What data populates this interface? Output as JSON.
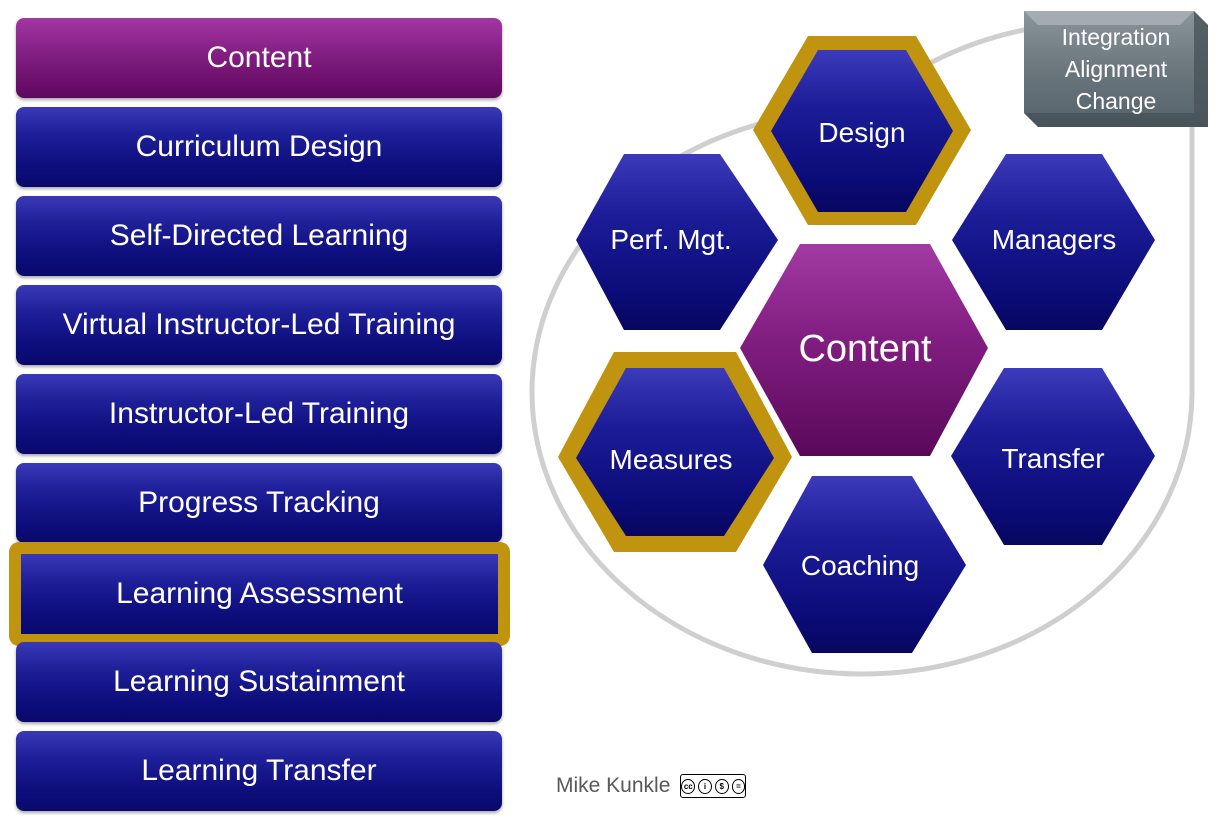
{
  "list": {
    "items": [
      {
        "label": "Content",
        "style": "purple"
      },
      {
        "label": "Curriculum Design",
        "style": "blue"
      },
      {
        "label": "Self-Directed Learning",
        "style": "blue"
      },
      {
        "label": "Virtual Instructor-Led Training",
        "style": "blue"
      },
      {
        "label": "Instructor-Led Training",
        "style": "blue"
      },
      {
        "label": "Progress Tracking",
        "style": "blue"
      },
      {
        "label": "Learning Assessment",
        "style": "blue-highlighted"
      },
      {
        "label": "Learning Sustainment",
        "style": "blue"
      },
      {
        "label": "Learning Transfer",
        "style": "blue"
      }
    ]
  },
  "hexagons": {
    "center": "Content",
    "design": "Design",
    "managers": "Managers",
    "transfer": "Transfer",
    "coaching": "Coaching",
    "measures": "Measures",
    "perf_mgt": "Perf. Mgt."
  },
  "badge": {
    "line1": "Integration",
    "line2": "Alignment",
    "line3": "Change"
  },
  "credit": {
    "author": "Mike Kunkle",
    "license_icon": "cc-by-nc-nd-icon"
  },
  "colors": {
    "blue": "#12127e",
    "purple": "#7a1a7a",
    "highlight_gold": "#c0940f",
    "badge_gray": "#6e7a80",
    "ring_gray": "#d0d0d0"
  }
}
